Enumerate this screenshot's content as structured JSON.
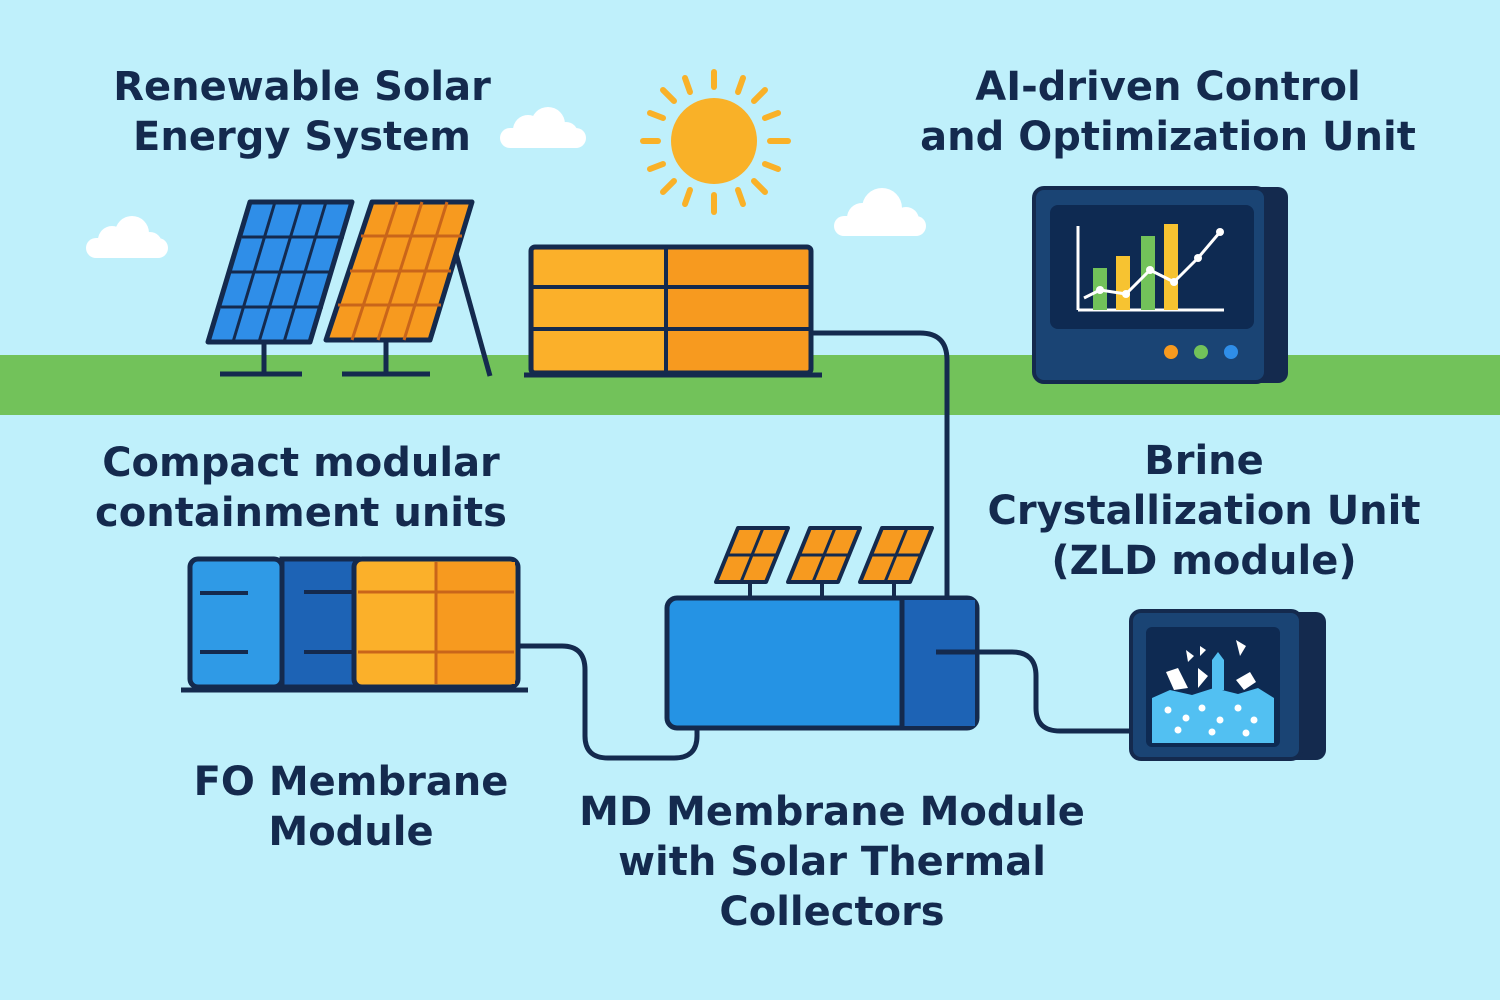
{
  "labels": {
    "solar": [
      "Renewable Solar",
      "Energy System"
    ],
    "ai": [
      "AI-driven Control",
      "and Optimization Unit"
    ],
    "containment": [
      "Compact modular",
      "containment units"
    ],
    "brine": [
      "Brine",
      "Crystallization Unit",
      "(ZLD module)"
    ],
    "fo": [
      "FO Membrane",
      "Module"
    ],
    "md": [
      "MD Membrane Module",
      "with Solar Thermal",
      "Collectors"
    ]
  },
  "icons": {
    "sun": "sun-icon",
    "clouds": "cloud-icon",
    "solar_panels": "solar-panel-icon",
    "battery": "battery-storage-icon",
    "monitor": "monitor-chart-icon",
    "containment": "container-icon",
    "md_unit": "md-membrane-unit-icon",
    "crystallizer": "crystallizer-icon"
  },
  "colors": {
    "sky": "#bff0fb",
    "ground": "#72c25a",
    "outline": "#142a4e",
    "panel_blue": "#2f8ee8",
    "panel_orange": "#f79a1f",
    "sun": "#f9b128",
    "unit_blue": "#2593e4",
    "dark_blue": "#1d63b5",
    "monitor_frame": "#1a4474",
    "screen": "#0e2a52"
  }
}
